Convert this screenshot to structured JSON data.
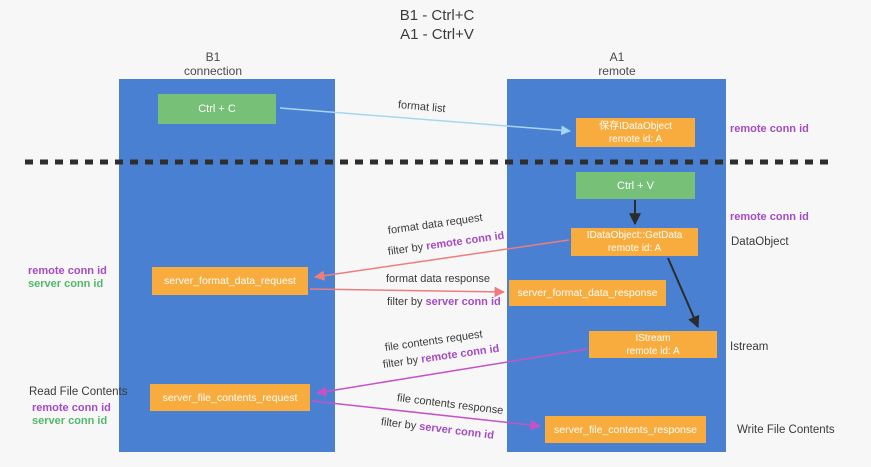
{
  "title": {
    "line1": "B1 - Ctrl+C",
    "line2": "A1 - Ctrl+V"
  },
  "lanes": {
    "b1": {
      "name": "B1",
      "subtitle": "connection"
    },
    "a1": {
      "name": "A1",
      "subtitle": "remote"
    }
  },
  "boxes": {
    "ctrl_c": {
      "label": "Ctrl + C"
    },
    "save_dataobject": {
      "line1": "保存IDataObject",
      "line2": "remote id: A"
    },
    "ctrl_v": {
      "label": "Ctrl + V"
    },
    "getdata": {
      "line1": "IDataObject::GetData",
      "line2": "remote id: A"
    },
    "server_format_data_request": {
      "label": "server_format_data_request"
    },
    "server_format_data_response": {
      "label": "server_format_data_response"
    },
    "istream": {
      "line1": "IStream",
      "line2": "remote id: A"
    },
    "server_file_contents_request": {
      "label": "server_file_contents_request"
    },
    "server_file_contents_response": {
      "label": "server_file_contents_response"
    }
  },
  "side_labels": {
    "remote_conn_id": "remote conn id",
    "server_conn_id": "server conn id",
    "dataobject": "DataObject",
    "istream": "Istream",
    "read_file_contents": "Read File Contents",
    "write_file_contents": "Write File Contents"
  },
  "arrow_labels": {
    "format_list": "format list",
    "format_data_request": "format data request",
    "format_data_response": "format data response",
    "file_contents_request": "file contents request",
    "file_contents_response": "file contents response",
    "filter_by": "filter by",
    "remote_conn_id": "remote conn id",
    "server_conn_id": "server conn id"
  },
  "colors": {
    "background": "#f7f7f8",
    "lane_blue": "#4a80d2",
    "box_orange": "#f9ac3e",
    "box_green": "#76c177",
    "arrow_blue": "#a5d6f2",
    "arrow_black": "#2b2b2b",
    "arrow_salmon": "#ed7d7d",
    "arrow_magenta": "#c653c6",
    "purple_text": "#a54bc4",
    "green_text": "#53b86a",
    "dashed_line": "#2e2e2e",
    "text_dark": "#3d3d3d"
  }
}
